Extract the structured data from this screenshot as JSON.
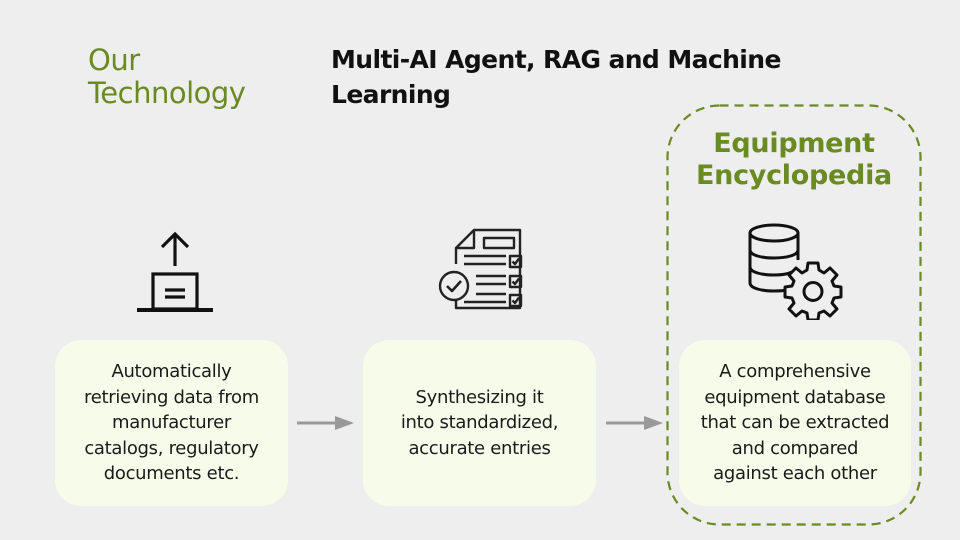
{
  "section_title": {
    "lines": [
      "Our",
      "Technology"
    ],
    "color": "#6a8a22"
  },
  "heading": {
    "lines": [
      "Multi-AI Agent, RAG and Machine",
      "Learning"
    ]
  },
  "group": {
    "title_lines": [
      "Equipment",
      "Encyclopedia"
    ],
    "border_color": "#6a8a22",
    "border_style": "dashed"
  },
  "steps": [
    {
      "icon": "upload-icon",
      "lines": [
        "Automatically",
        "retrieving data from",
        "manufacturer",
        "catalogs, regulatory",
        "documents etc."
      ]
    },
    {
      "icon": "document-checklist-icon",
      "lines": [
        "Synthesizing it",
        "into standardized,",
        "accurate entries"
      ]
    },
    {
      "icon": "database-gear-icon",
      "lines": [
        "A comprehensive",
        "equipment database",
        "that can be extracted",
        "and compared",
        "against each other"
      ]
    }
  ],
  "colors": {
    "background": "#eeeeee",
    "card_fill": "#f6fbea",
    "accent": "#6a8a22",
    "arrow": "#999999",
    "text": "#1a1a1a"
  }
}
